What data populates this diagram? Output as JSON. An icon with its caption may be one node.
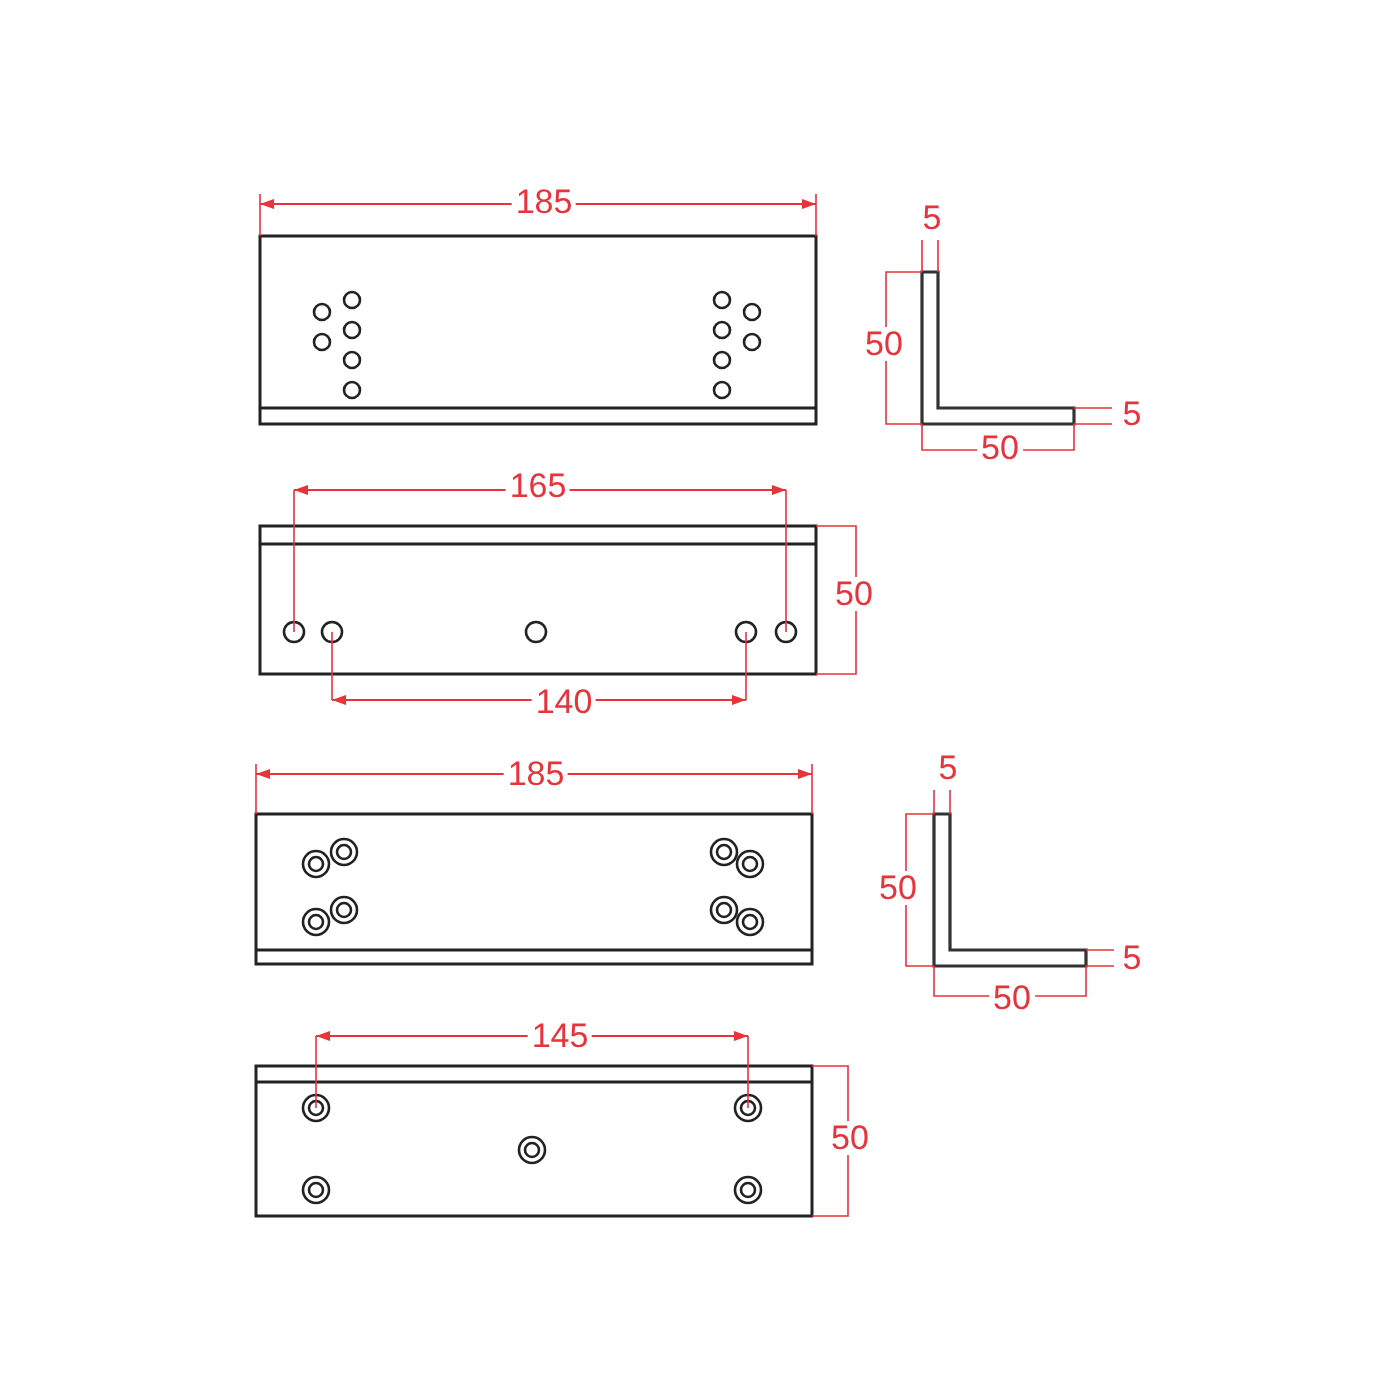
{
  "diagram": {
    "labels": [
      "185",
      "5",
      "50",
      "5",
      "50",
      "165",
      "50",
      "140",
      "185",
      "5",
      "50",
      "5",
      "50",
      "145",
      "50"
    ]
  }
}
